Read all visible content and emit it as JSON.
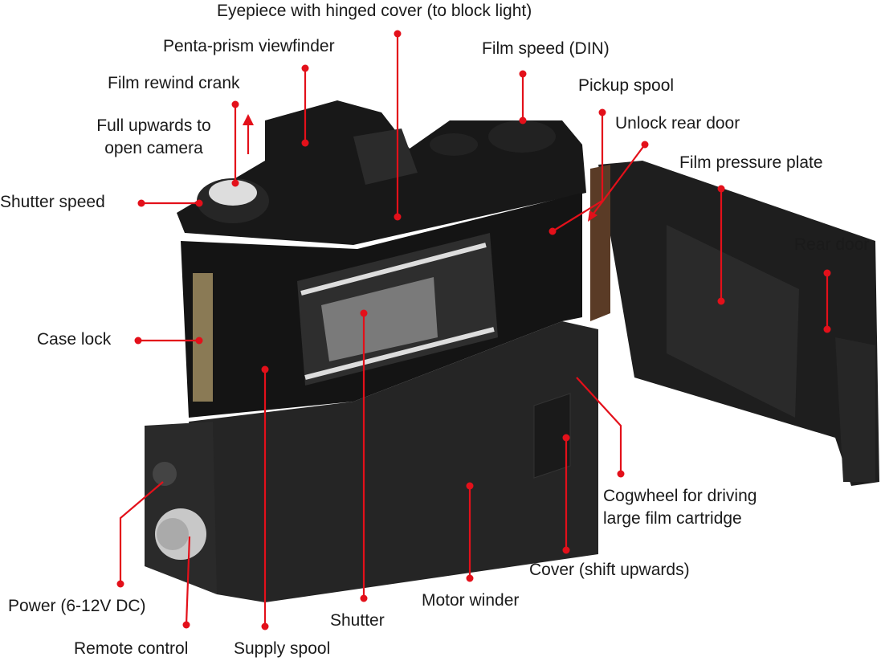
{
  "colors": {
    "leader": "#e3101a",
    "body": "#1c1c1c",
    "door_leather": "#5a3b26"
  },
  "labels": {
    "eyepiece": "Eyepiece with hinged cover (to block light)",
    "prism": "Penta-prism viewfinder",
    "rewind": "Film rewind crank",
    "pull_line1": "Full upwards to",
    "pull_line2": "open camera",
    "shutter_speed": "Shutter speed",
    "film_speed": "Film speed (DIN)",
    "pickup": "Pickup spool",
    "unlock": "Unlock rear door",
    "pressure": "Film pressure plate",
    "rear_door": "Rear door",
    "case_lock": "Case lock",
    "cog_line1": "Cogwheel for driving",
    "cog_line2": "large film cartridge",
    "cover": "Cover (shift upwards)",
    "motor": "Motor winder",
    "shutter": "Shutter",
    "power": "Power (6-12V DC)",
    "remote": "Remote control",
    "supply": "Supply spool"
  }
}
